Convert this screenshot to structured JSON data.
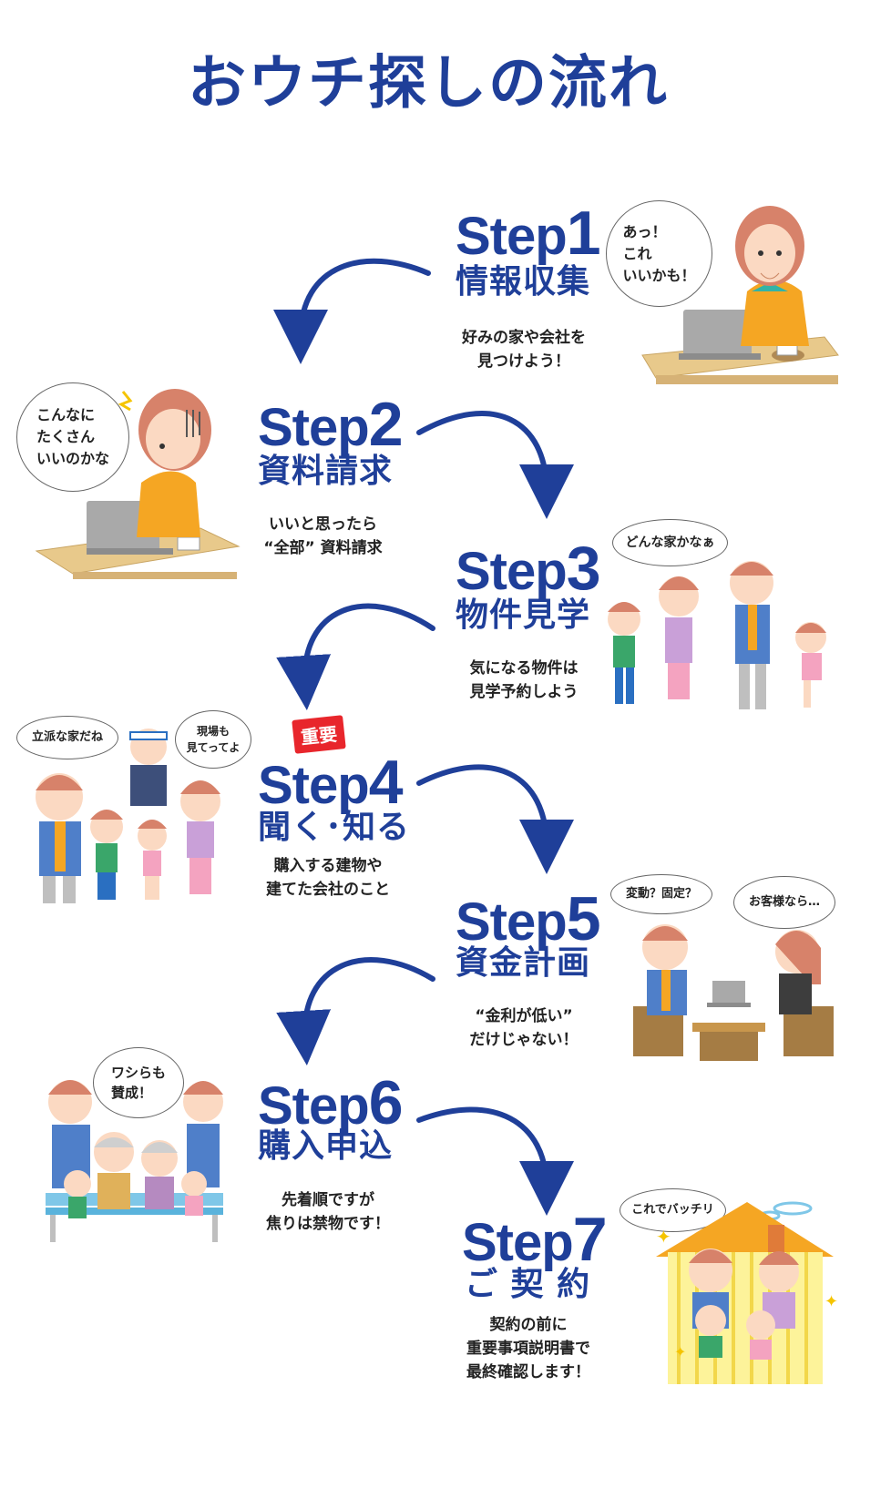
{
  "title": "おウチ探しの流れ",
  "steps": [
    {
      "label": "Step",
      "num": "1",
      "name": "情報収集",
      "caption": "好みの家や会社を\n見つけよう！",
      "bubbles": [
        "あっ！\nこれ\nいいかも！"
      ]
    },
    {
      "label": "Step",
      "num": "2",
      "name": "資料請求",
      "caption": "いいと思ったら\n“全部” 資料請求",
      "bubbles": [
        "こんなに\nたくさん\nいいのかな"
      ]
    },
    {
      "label": "Step",
      "num": "3",
      "name": "物件見学",
      "caption": "気になる物件は\n見学予約しよう",
      "bubbles": [
        "どんな家かなぁ"
      ]
    },
    {
      "label": "Step",
      "num": "4",
      "name": "聞く･知る",
      "caption": "購入する建物や\n建てた会社のこと",
      "badge": "重要",
      "bubbles": [
        "立派な家だね",
        "現場も\n見てってよ"
      ]
    },
    {
      "label": "Step",
      "num": "5",
      "name": "資金計画",
      "caption": "“金利が低い”\nだけじゃない！",
      "bubbles": [
        "変動？固定？",
        "お客様なら…"
      ]
    },
    {
      "label": "Step",
      "num": "6",
      "name": "購入申込",
      "caption": "先着順ですが\n焦りは禁物です！",
      "bubbles": [
        "ワシらも\n賛成！"
      ]
    },
    {
      "label": "Step",
      "num": "7",
      "name": "ご 契 約",
      "caption": "契約の前に\n重要事項説明書で\n最終確認します！",
      "bubbles": [
        "これでバッチリ"
      ]
    }
  ],
  "colors": {
    "brand": "#1f3f99",
    "badge": "#e8262c",
    "desk": "#e8c98b",
    "apron": "#f5a623",
    "hair": "#d7826a"
  }
}
